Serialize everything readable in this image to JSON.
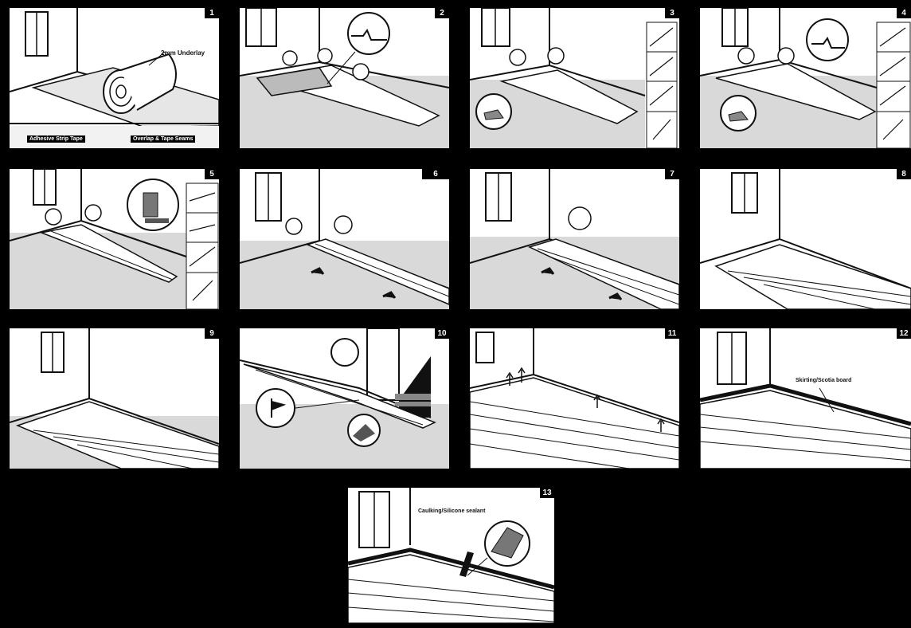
{
  "colors": {
    "background": "#000000",
    "panel": "#ffffff",
    "floor": "#d9d9d9",
    "ink": "#111111"
  },
  "panels": [
    {
      "number": "1",
      "label": "2mm Underlay",
      "captions": [
        "Adhesive Strip Tape",
        "Overlap & Tape Seams"
      ]
    },
    {
      "number": "2"
    },
    {
      "number": "3"
    },
    {
      "number": "4"
    },
    {
      "number": "5"
    },
    {
      "number": "6"
    },
    {
      "number": "7"
    },
    {
      "number": "8"
    },
    {
      "number": "9"
    },
    {
      "number": "10"
    },
    {
      "number": "11"
    },
    {
      "number": "12",
      "label": "Skirting/Scotia board"
    },
    {
      "number": "13",
      "label": "Caulking/Silicone sealant"
    }
  ]
}
